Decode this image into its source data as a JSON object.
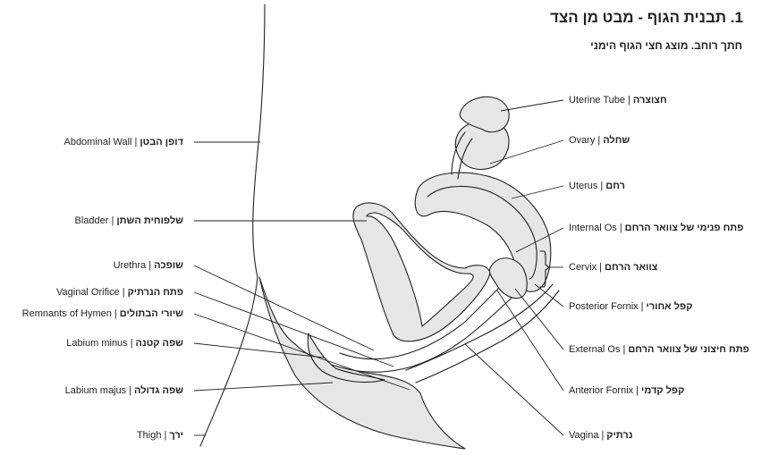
{
  "title": "1. תבנית הגוף - מבט מן הצד",
  "subtitle": "חתך רוחב. מוצג חצי הגוף הימני",
  "labels_left": [
    {
      "en": "Abdominal Wall",
      "he": "דופן הבטן"
    },
    {
      "en": "Bladder",
      "he": "שלפוחית השתן"
    },
    {
      "en": "Urethra",
      "he": "שופכה"
    },
    {
      "en": "Vaginal Orifice",
      "he": "פתח הנרתיק"
    },
    {
      "en": "Remnants of Hymen",
      "he": "שיורי הבתולים"
    },
    {
      "en": "Labium minus",
      "he": "שפה קטנה"
    },
    {
      "en": "Labium majus",
      "he": "שפה גדולה"
    },
    {
      "en": "Thigh",
      "he": "ירך"
    }
  ],
  "labels_right": [
    {
      "en": "Uterine Tube",
      "he": "חצוצרה"
    },
    {
      "en": "Ovary",
      "he": "שחלה"
    },
    {
      "en": "Uterus",
      "he": "רחם"
    },
    {
      "en": "Internal Os",
      "he": "פתח פנימי של צוואר הרחם"
    },
    {
      "en": "Cervix",
      "he": "צוואר הרחם"
    },
    {
      "en": "Posterior Fornix",
      "he": "קפל אחורי"
    },
    {
      "en": "External Os",
      "he": "פתח חיצוני של צוואר הרחם"
    },
    {
      "en": "Anterior Fornix",
      "he": "קפל קדמי"
    },
    {
      "en": "Vagina",
      "he": "נרתיק"
    }
  ],
  "separator": "|",
  "colors": {
    "ink": "#231f20",
    "tissue": "#e6e6e6"
  }
}
